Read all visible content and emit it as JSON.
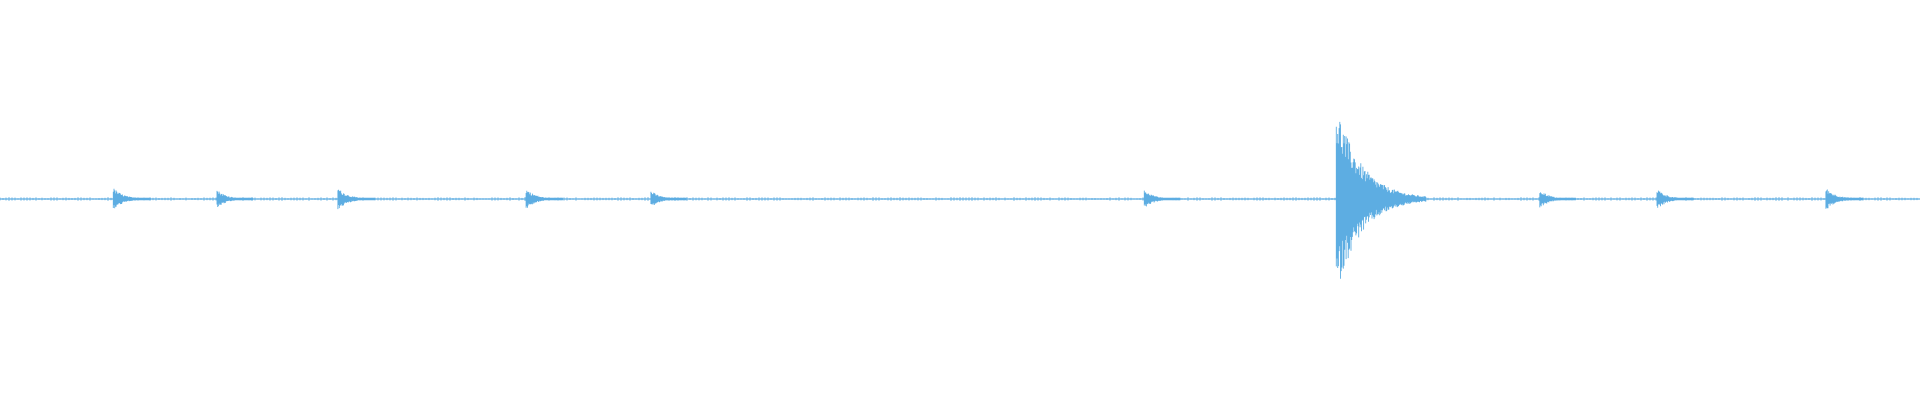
{
  "waveform": {
    "color": "#5dade2",
    "duration_fraction_onsets": [
      {
        "t": 0.059,
        "amplitude": 0.12
      },
      {
        "t": 0.113,
        "amplitude": 0.1
      },
      {
        "t": 0.176,
        "amplitude": 0.12
      },
      {
        "t": 0.274,
        "amplitude": 0.11
      },
      {
        "t": 0.339,
        "amplitude": 0.09
      },
      {
        "t": 0.596,
        "amplitude": 0.1
      },
      {
        "t": 0.696,
        "amplitude": 1.0
      },
      {
        "t": 0.802,
        "amplitude": 0.1
      },
      {
        "t": 0.863,
        "amplitude": 0.11
      },
      {
        "t": 0.951,
        "amplitude": 0.12
      }
    ]
  }
}
